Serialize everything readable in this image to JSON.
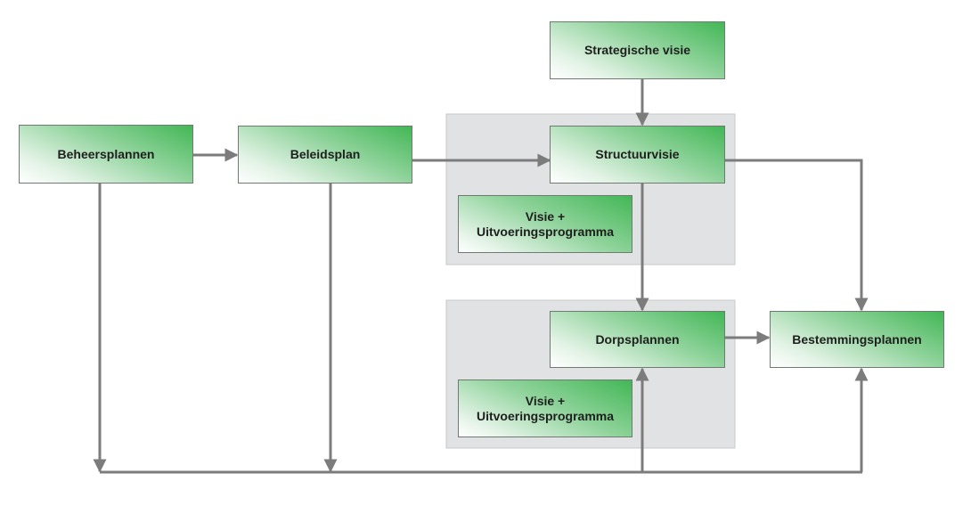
{
  "diagram": {
    "nodes": {
      "strategische_visie": "Strategische visie",
      "beheersplannen": "Beheersplannen",
      "beleidsplan": "Beleidsplan",
      "structuurvisie": "Structuurvisie",
      "visie_programma_1_line1": "Visie +",
      "visie_programma_1_line2": "Uitvoeringsprogramma",
      "dorpsplannen": "Dorpsplannen",
      "bestemmingsplannen": "Bestemmingsplannen",
      "visie_programma_2_line1": "Visie +",
      "visie_programma_2_line2": "Uitvoeringsprogramma"
    },
    "edges": [
      {
        "from": "Strategische visie",
        "to": "Structuurvisie"
      },
      {
        "from": "Beheersplannen",
        "to": "Beleidsplan"
      },
      {
        "from": "Beleidsplan",
        "to": "Structuurvisie"
      },
      {
        "from": "Structuurvisie",
        "to": "Dorpsplannen"
      },
      {
        "from": "Structuurvisie",
        "to": "Bestemmingsplannen"
      },
      {
        "from": "Dorpsplannen",
        "to": "Bestemmingsplannen"
      },
      {
        "from": "Beheersplannen",
        "to": "Dorpsplannen"
      },
      {
        "from": "Beheersplannen",
        "to": "Bestemmingsplannen"
      },
      {
        "from": "Beleidsplan",
        "to": "Dorpsplannen"
      },
      {
        "from": "Beleidsplan",
        "to": "Bestemmingsplannen"
      }
    ],
    "colors": {
      "box_green": "#43b756",
      "connector_gray": "#7c7c7c",
      "group_background": "#e1e2e3"
    }
  }
}
